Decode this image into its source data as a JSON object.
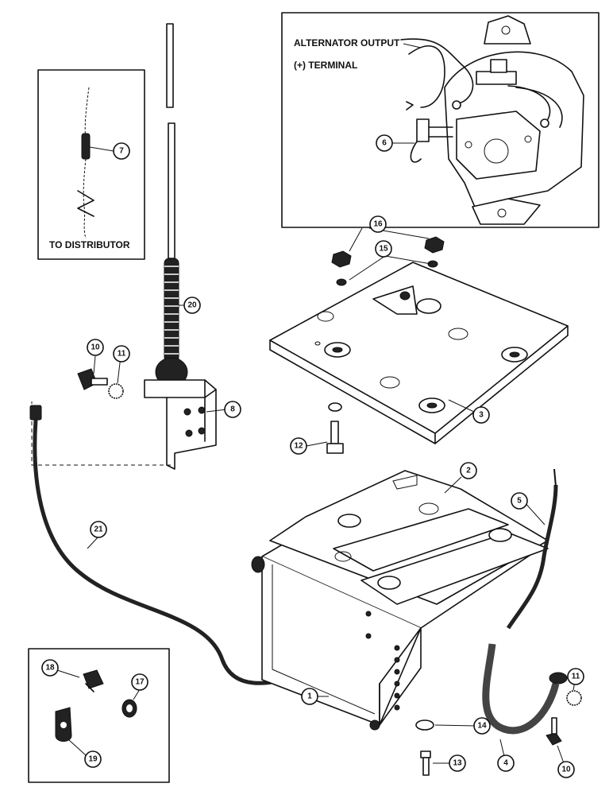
{
  "labels": {
    "alternator_output": "ALTERNATOR OUTPUT",
    "plus_terminal": "(+) TERMINAL",
    "to_distributor": "TO DISTRIBUTOR"
  },
  "callouts": {
    "c1": "1",
    "c2": "2",
    "c3": "3",
    "c4": "4",
    "c5": "5",
    "c6": "6",
    "c7": "7",
    "c8": "8",
    "c10a": "10",
    "c10b": "10",
    "c11a": "11",
    "c11b": "11",
    "c12": "12",
    "c13": "13",
    "c14": "14",
    "c15": "15",
    "c16": "16",
    "c17": "17",
    "c18": "18",
    "c19": "19",
    "c20": "20",
    "c21": "21"
  }
}
